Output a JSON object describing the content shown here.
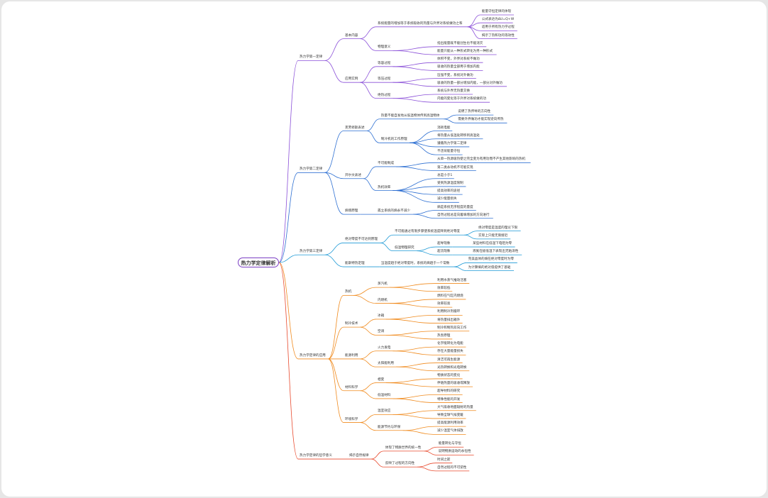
{
  "root": {
    "label": "热力学定律解析"
  },
  "colors": {
    "b1": "#8a4fd8",
    "b2": "#2d6fd2",
    "b3": "#1f9ad6",
    "b4": "#f08a1d",
    "b5": "#e84a2e",
    "root_border": "#7b3fc4"
  },
  "branches": [
    {
      "label": "热力学第一定律",
      "color": "#8a4fd8",
      "children": [
        {
          "label": "基本内容",
          "children": [
            {
              "label": "系统能量的增加等于系统吸收的热量与外界对系统做功之和",
              "children": [
                {
                  "label": "能量守恒定律的体现"
                },
                {
                  "label": "公式表达为ΔU=Q+W"
                },
                {
                  "label": "适用于所有热力学过程"
                },
                {
                  "label": "揭示了热和功的等效性"
                }
              ]
            },
            {
              "label": "物理意义",
              "children": [
                {
                  "label": "指出能量既不能创生也不能消灭"
                },
                {
                  "label": "能量只能从一种形式转化为另一种形式"
                }
              ]
            }
          ]
        },
        {
          "label": "应用实例",
          "children": [
            {
              "label": "等容过程",
              "children": [
                {
                  "label": "体积不变，外界对系统不做功"
                },
                {
                  "label": "吸收的热量全部用于增加内能"
                }
              ]
            },
            {
              "label": "等压过程",
              "children": [
                {
                  "label": "压强不变，系统对外做功"
                },
                {
                  "label": "吸收的热量一部分增加内能，一部分对外做功"
                }
              ]
            },
            {
              "label": "绝热过程",
              "children": [
                {
                  "label": "系统与外界无热量交换"
                },
                {
                  "label": "内能的变化等于外界对系统做的功"
                }
              ]
            }
          ]
        }
      ]
    },
    {
      "label": "热力学第二定律",
      "color": "#2d6fd2",
      "children": [
        {
          "label": "克劳修斯表述",
          "children": [
            {
              "label": "热量不能自发地从低温物体传到高温物体",
              "children": [
                {
                  "label": "说明了热传导的方向性"
                },
                {
                  "label": "需要外界做功才能实现逆向传热"
                }
              ]
            },
            {
              "label": "制冷机的工作原理",
              "children": [
                {
                  "label": "消耗电能"
                },
                {
                  "label": "将热量从低温处转移到高温处"
                },
                {
                  "label": "遵循热力学第二定律"
                },
                {
                  "label": "不违背能量守恒"
                }
              ]
            }
          ]
        },
        {
          "label": "开尔文表述",
          "children": [
            {
              "label": "不可能制成",
              "children": [
                {
                  "label": "从单一热源吸热使之完全变为有用功而不产生其他影响的热机"
                },
                {
                  "label": "第二类永动机不可能实现"
                }
              ]
            },
            {
              "label": "热机效率",
              "children": [
                {
                  "label": "总是小于1"
                },
                {
                  "label": "受到热源温度限制"
                },
                {
                  "label": "提高效率的途径"
                },
                {
                  "label": "减少能量损失"
                }
              ]
            }
          ]
        },
        {
          "label": "熵增原理",
          "children": [
            {
              "label": "孤立系统的熵永不减少",
              "children": [
                {
                  "label": "熵是系统无序程度的量度"
                },
                {
                  "label": "自然过程总是向着熵增加的方向进行"
                }
              ]
            }
          ]
        }
      ]
    },
    {
      "label": "热力学第三定律",
      "color": "#1f9ad6",
      "children": [
        {
          "label": "绝对零度不可达到原理",
          "children": [
            {
              "label": "不可能通过有限步骤使系统温度降到绝对零度",
              "children": [
                {
                  "label": "绝对零度是温度的理论下限"
                },
                {
                  "label": "实际上只能无限接近"
                }
              ]
            },
            {
              "label": "低温物理研究",
              "children": [
                {
                  "label": "超导现象",
                  "children": [
                    {
                      "label": "某些材料在低温下电阻为零"
                    }
                  ]
                },
                {
                  "label": "超流现象",
                  "children": [
                    {
                      "label": "液氦在极低温下表现出无粘滞性"
                    }
                  ]
                }
              ]
            }
          ]
        },
        {
          "label": "能斯特热定理",
          "children": [
            {
              "label": "当温度趋于绝对零度时，系统的熵趋于一个常数",
              "children": [
                {
                  "label": "完美晶体的熵在绝对零度时为零"
                },
                {
                  "label": "为计算熵的绝对值提供了基础"
                }
              ]
            }
          ]
        }
      ]
    },
    {
      "label": "热力学定律的应用",
      "color": "#f08a1d",
      "children": [
        {
          "label": "热机",
          "children": [
            {
              "label": "蒸汽机",
              "children": [
                {
                  "label": "利用水蒸气推动活塞"
                },
                {
                  "label": "效率较低"
                }
              ]
            },
            {
              "label": "内燃机",
              "children": [
                {
                  "label": "燃料在气缸内燃烧"
                },
                {
                  "label": "效率较高"
                }
              ]
            }
          ]
        },
        {
          "label": "制冷技术",
          "children": [
            {
              "label": "冰箱",
              "children": [
                {
                  "label": "利用制冷剂循环"
                },
                {
                  "label": "将热量排出箱外"
                }
              ]
            },
            {
              "label": "空调",
              "children": [
                {
                  "label": "制冷和制热双向工作"
                },
                {
                  "label": "热泵原理"
                }
              ]
            }
          ]
        },
        {
          "label": "能源利用",
          "children": [
            {
              "label": "火力发电",
              "children": [
                {
                  "label": "化学能转化为电能"
                },
                {
                  "label": "存在大量能量损失"
                }
              ]
            },
            {
              "label": "太阳能利用",
              "children": [
                {
                  "label": "清洁可再生能源"
                },
                {
                  "label": "光热转换和光电转换"
                }
              ]
            }
          ]
        },
        {
          "label": "材料科学",
          "children": [
            {
              "label": "相变",
              "children": [
                {
                  "label": "物质状态的变化"
                },
                {
                  "label": "伴随热量的吸收或释放"
                }
              ]
            },
            {
              "label": "低温材料",
              "children": [
                {
                  "label": "超导材料的研究"
                },
                {
                  "label": "特殊性能的开发"
                }
              ]
            }
          ]
        },
        {
          "label": "环境科学",
          "children": [
            {
              "label": "温室效应",
              "children": [
                {
                  "label": "大气吸收地面辐射的热量"
                },
                {
                  "label": "导致全球气候变暖"
                }
              ]
            },
            {
              "label": "能源节约与环保",
              "children": [
                {
                  "label": "提高能源利用效率"
                },
                {
                  "label": "减少温室气体排放"
                }
              ]
            }
          ]
        }
      ]
    },
    {
      "label": "热力学定律的哲学意义",
      "color": "#e84a2e",
      "children": [
        {
          "label": "揭示自然规律",
          "children": [
            {
              "label": "体现了物质世界的统一性",
              "children": [
                {
                  "label": "能量转化与守恒"
                },
                {
                  "label": "说明物质运动的永恒性"
                }
              ]
            },
            {
              "label": "反映了过程的方向性",
              "children": [
                {
                  "label": "时间之箭"
                },
                {
                  "label": "自然过程的不可逆性"
                }
              ]
            }
          ]
        }
      ]
    }
  ]
}
